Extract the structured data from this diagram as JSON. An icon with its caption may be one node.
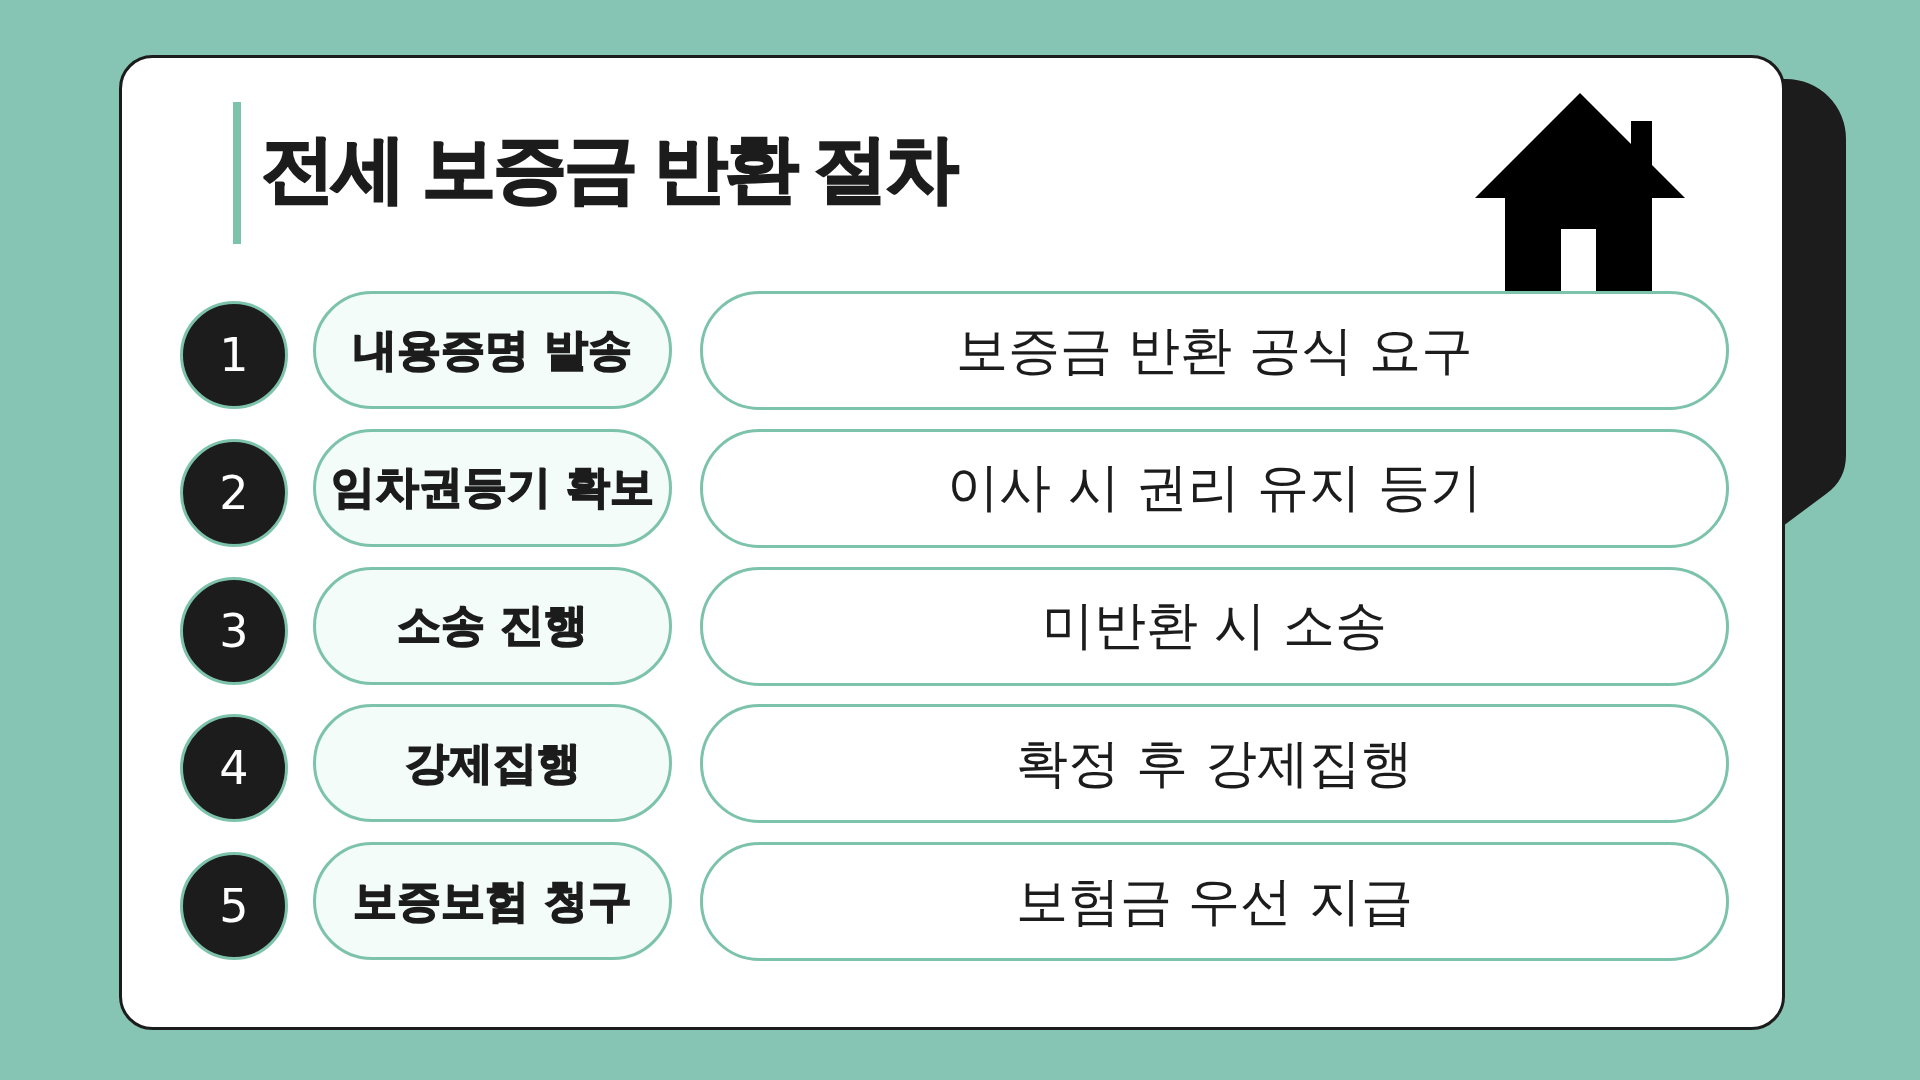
{
  "diagram": {
    "title": "전세 보증금 반환 절차",
    "nodes": [
      {
        "text": [
          "1"
        ]
      },
      {
        "text": [
          "내용증명 발송"
        ]
      },
      {
        "text": [
          "보증금 반환 공식 요구"
        ]
      },
      {
        "text": [
          "2"
        ]
      },
      {
        "text": [
          "임차권등기 확보"
        ]
      },
      {
        "text": [
          "이사 시 권리 유지 등기"
        ]
      },
      {
        "text": [
          "3"
        ]
      },
      {
        "text": [
          "소송 진행"
        ]
      },
      {
        "text": [
          "미반환 시 소송"
        ]
      },
      {
        "text": [
          "4"
        ]
      },
      {
        "text": [
          "강제집행"
        ]
      },
      {
        "text": [
          "확정 후 강제집행"
        ]
      },
      {
        "text": [
          "5"
        ]
      },
      {
        "text": [
          "보증보험 청구"
        ]
      },
      {
        "text": [
          "보험금 우선 지급"
        ]
      }
    ]
  }
}
